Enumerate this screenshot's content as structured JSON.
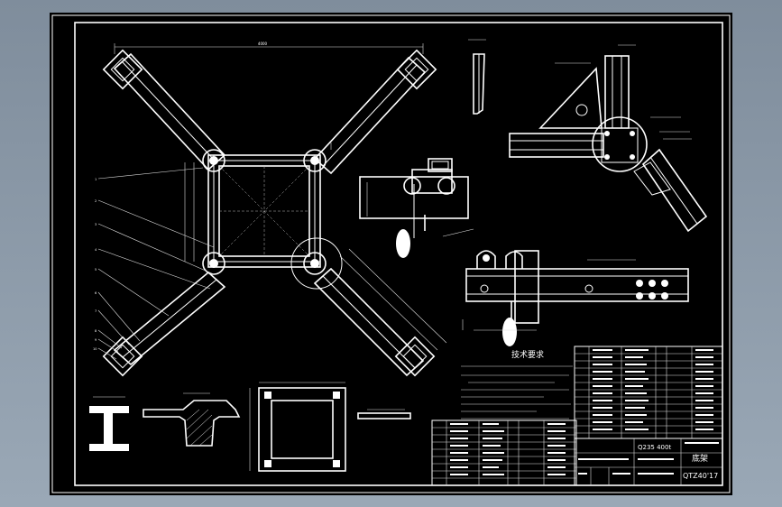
{
  "title_block": {
    "material": "Q235 400t",
    "part_name": "底架",
    "drawing_no": "QTZ40'17"
  },
  "notes": {
    "heading": "技术要求"
  },
  "views": {
    "main_square_label": "4000"
  }
}
